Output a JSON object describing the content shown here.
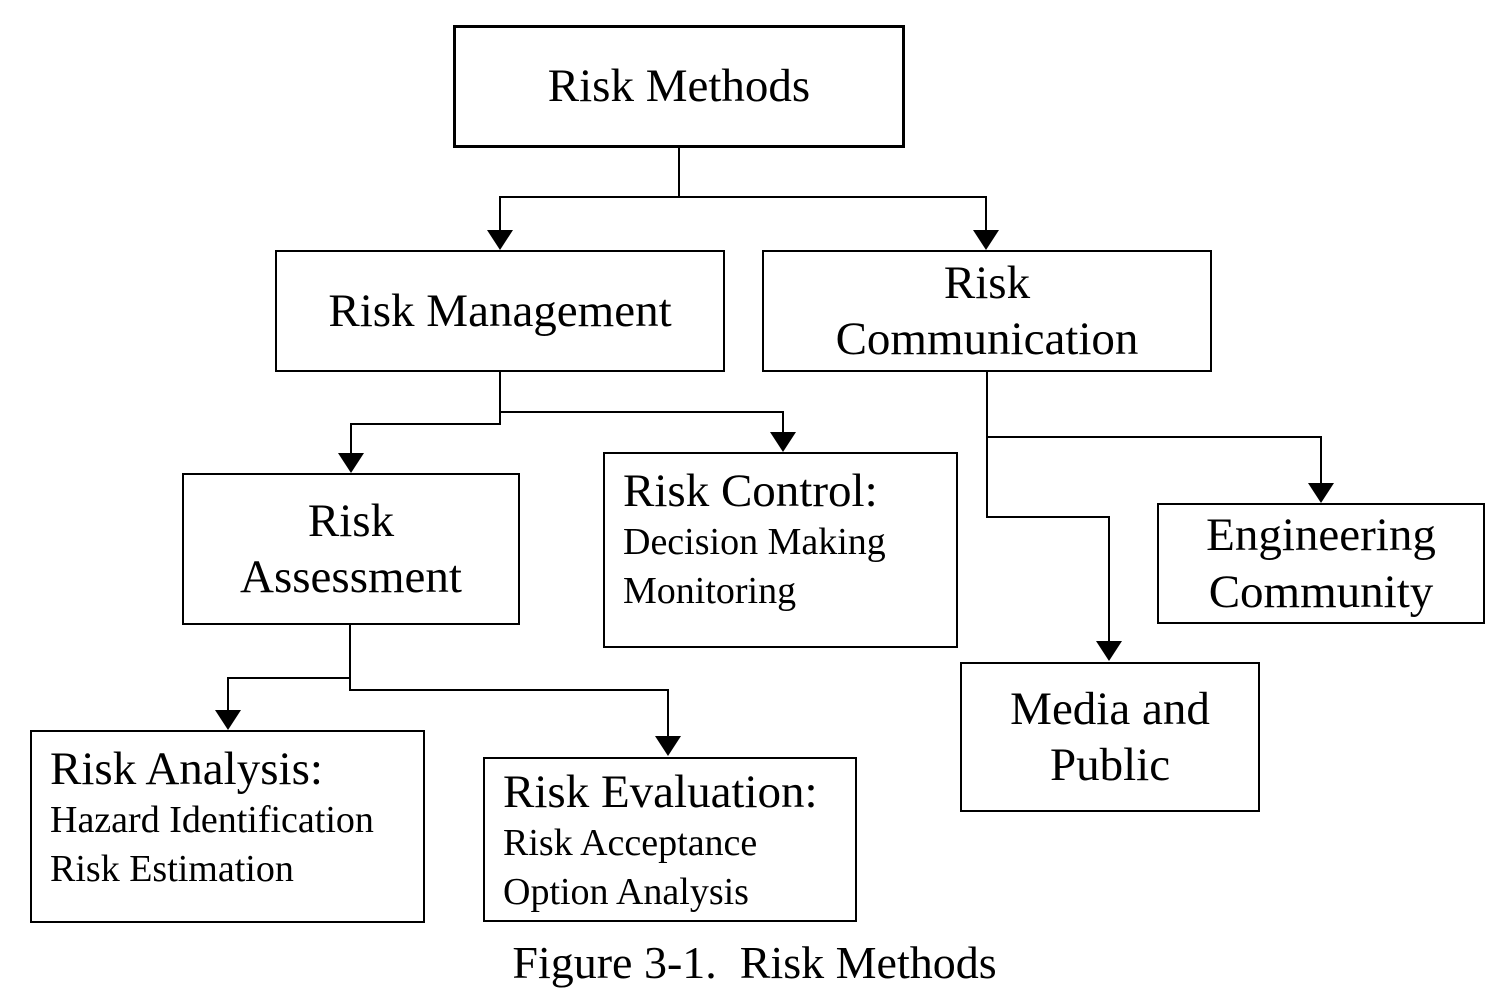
{
  "figure": {
    "caption": "Figure 3-1.  Risk Methods"
  },
  "nodes": {
    "risk_methods": {
      "label": "Risk Methods"
    },
    "risk_management": {
      "label": "Risk Management"
    },
    "risk_communication": {
      "lines": [
        "Risk",
        "Communication"
      ]
    },
    "risk_assessment": {
      "lines": [
        "Risk",
        "Assessment"
      ]
    },
    "risk_control": {
      "heading": "Risk Control:",
      "items": [
        "Decision Making",
        "Monitoring"
      ]
    },
    "risk_analysis": {
      "heading": "Risk Analysis:",
      "items": [
        "Hazard Identification",
        "Risk Estimation"
      ]
    },
    "risk_evaluation": {
      "heading": "Risk Evaluation:",
      "items": [
        "Risk Acceptance",
        "Option Analysis"
      ]
    },
    "engineering_community": {
      "lines": [
        "Engineering",
        "Community"
      ]
    },
    "media_public": {
      "lines": [
        "Media and",
        "Public"
      ]
    }
  },
  "edges": [
    {
      "from": "Risk Methods",
      "to": "Risk Management"
    },
    {
      "from": "Risk Methods",
      "to": "Risk Communication"
    },
    {
      "from": "Risk Management",
      "to": "Risk Assessment"
    },
    {
      "from": "Risk Management",
      "to": "Risk Control"
    },
    {
      "from": "Risk Assessment",
      "to": "Risk Analysis"
    },
    {
      "from": "Risk Assessment",
      "to": "Risk Evaluation"
    },
    {
      "from": "Risk Communication",
      "to": "Engineering Community"
    },
    {
      "from": "Risk Communication",
      "to": "Media and Public"
    }
  ],
  "colors": {
    "background": "#ffffff",
    "box_border": "#000000",
    "line": "#000000",
    "text": "#000000"
  }
}
